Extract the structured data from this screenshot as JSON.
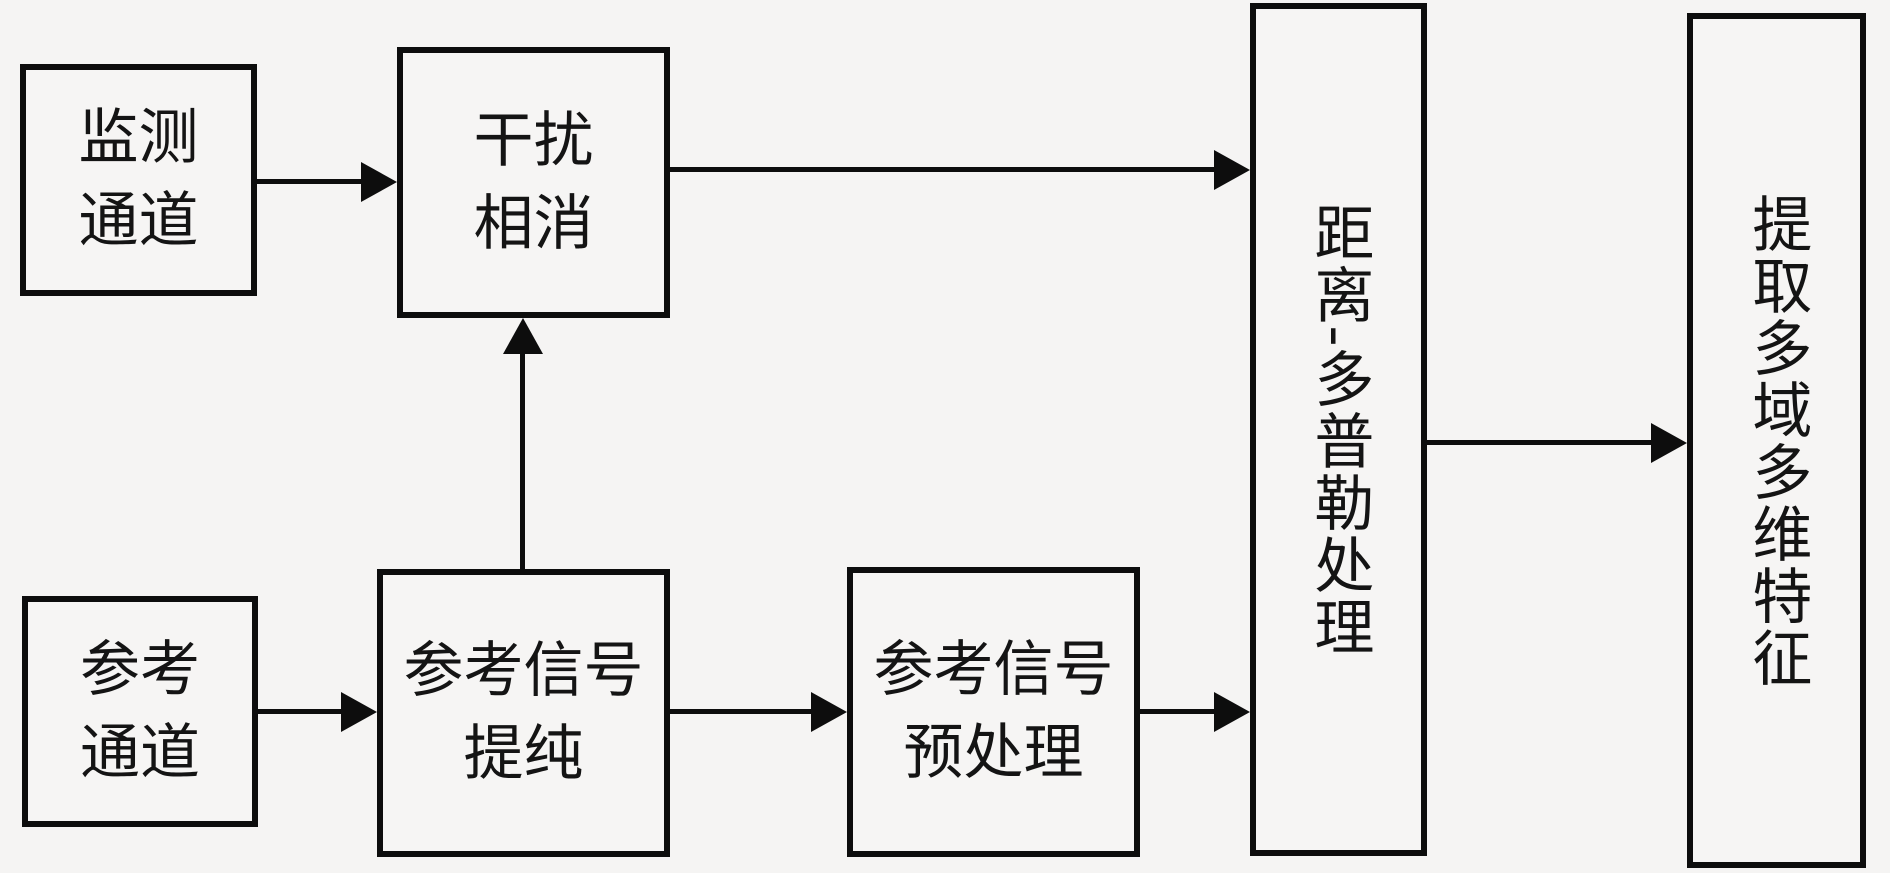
{
  "diagram": {
    "title": "passive-radar-signal-processing-flow",
    "colors": {
      "background": "#f5f4f3",
      "ink": "#0d0d0d"
    },
    "boxes": {
      "monitor_channel": {
        "line1": "监测",
        "line2": "通道"
      },
      "interference_cancel": {
        "line1": "干扰",
        "line2": "相消"
      },
      "reference_channel": {
        "line1": "参考",
        "line2": "通道"
      },
      "ref_signal_purify": {
        "line1": "参考信号",
        "line2": "提纯"
      },
      "ref_signal_preprocess": {
        "line1": "参考信号",
        "line2": "预处理"
      },
      "range_doppler": {
        "text": "距离-多普勒处理"
      },
      "extract_features": {
        "text": "提取多域多维特征"
      }
    },
    "arrows": [
      {
        "from": "monitor_channel",
        "to": "interference_cancel"
      },
      {
        "from": "reference_channel",
        "to": "ref_signal_purify"
      },
      {
        "from": "ref_signal_purify",
        "to": "interference_cancel"
      },
      {
        "from": "ref_signal_purify",
        "to": "ref_signal_preprocess"
      },
      {
        "from": "ref_signal_preprocess",
        "to": "range_doppler"
      },
      {
        "from": "interference_cancel",
        "to": "range_doppler"
      },
      {
        "from": "range_doppler",
        "to": "extract_features"
      }
    ]
  }
}
